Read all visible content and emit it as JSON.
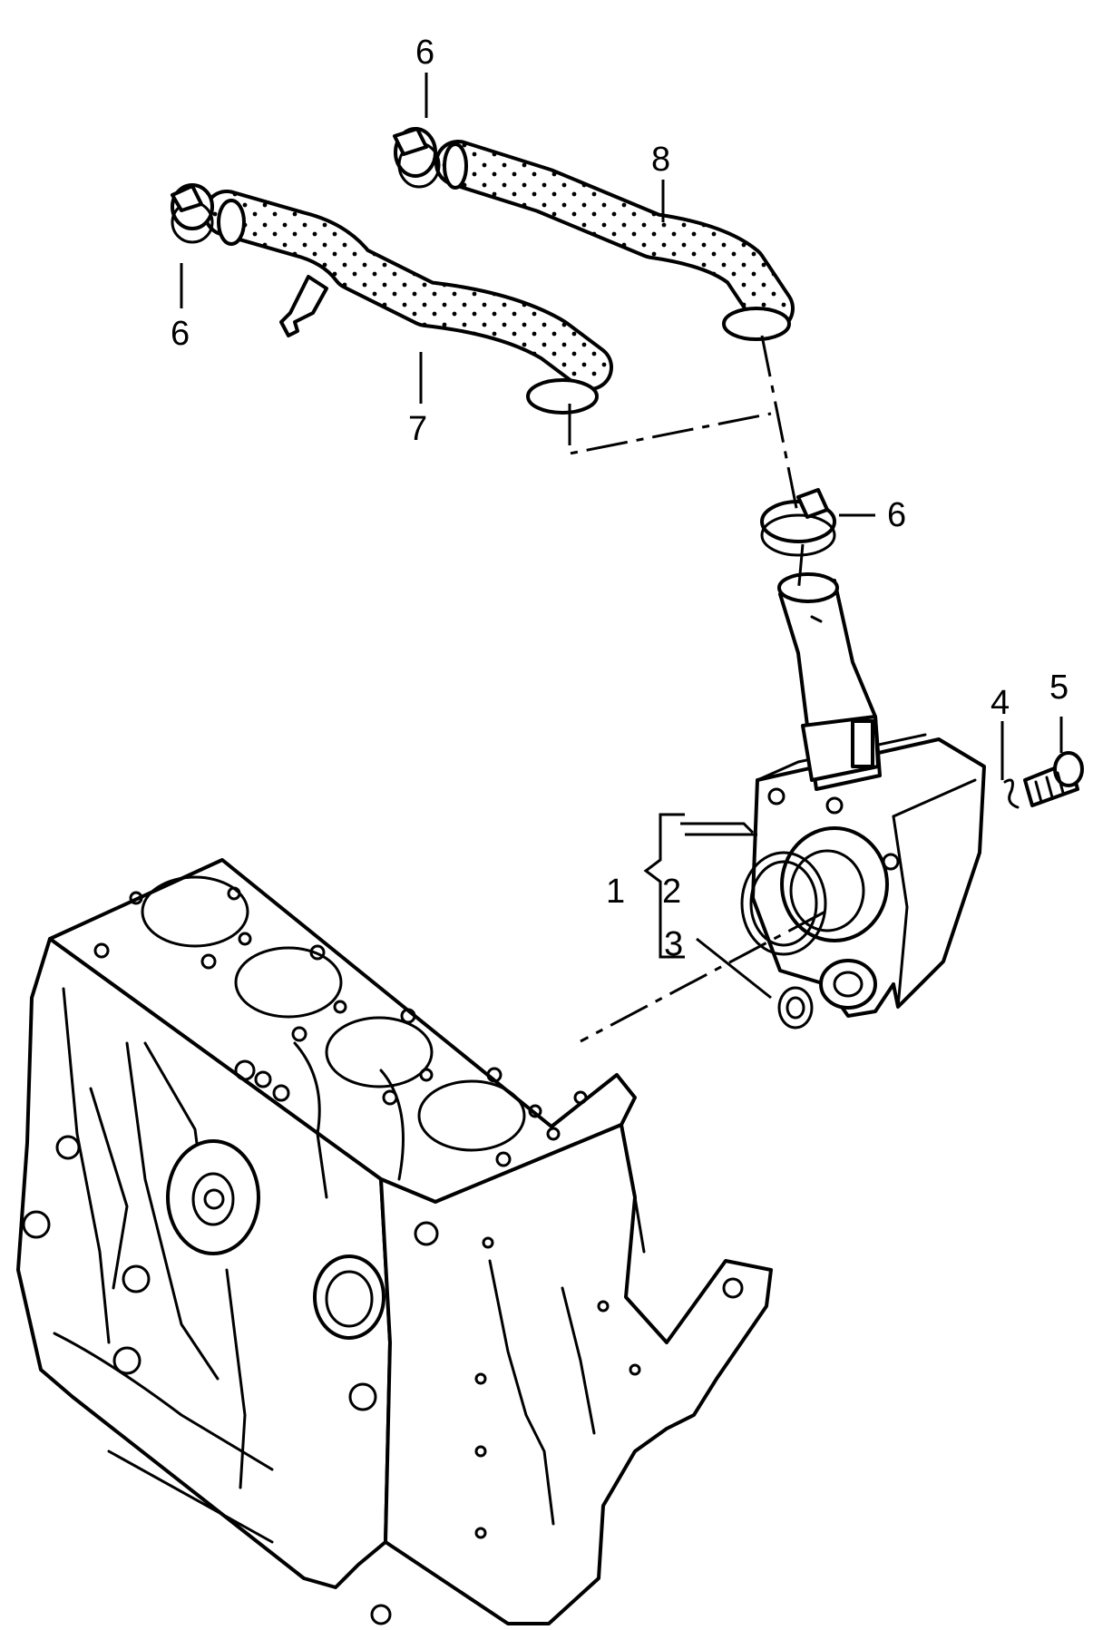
{
  "callouts": [
    {
      "id": "c1",
      "label": "1"
    },
    {
      "id": "c2",
      "label": "2"
    },
    {
      "id": "c3",
      "label": "3"
    },
    {
      "id": "c4",
      "label": "4"
    },
    {
      "id": "c5",
      "label": "5"
    },
    {
      "id": "c6a",
      "label": "6"
    },
    {
      "id": "c6b",
      "label": "6"
    },
    {
      "id": "c6c",
      "label": "6"
    },
    {
      "id": "c7",
      "label": "7"
    },
    {
      "id": "c8",
      "label": "8"
    }
  ]
}
